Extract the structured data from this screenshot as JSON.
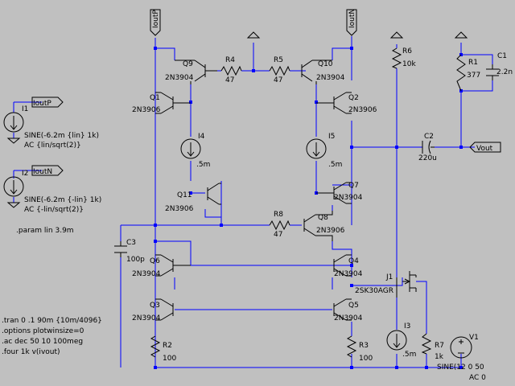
{
  "ports": {
    "ioutp_top": "IoutP",
    "ioutn_top": "IoutN",
    "ioutp_src": "IoutP",
    "ioutn_src": "IoutN",
    "vout": "Vout"
  },
  "components": {
    "q9_name": "Q9",
    "q9_model": "2N3904",
    "q10_name": "Q10",
    "q10_model": "2N3904",
    "q1_name": "Q1",
    "q1_model": "2N3906",
    "q2_name": "Q2",
    "q2_model": "2N3906",
    "q11_name": "Q11",
    "q11_model": "2N3906",
    "q7_name": "Q7",
    "q7_model": "2N3904",
    "q8_name": "Q8",
    "q8_model": "2N3906",
    "q6_name": "Q6",
    "q6_model": "2N3904",
    "q4_name": "Q4",
    "q4_model": "2N3904",
    "q3_name": "Q3",
    "q3_model": "2N3904",
    "q5_name": "Q5",
    "q5_model": "2N3904",
    "r4_name": "R4",
    "r4_value": "47",
    "r5_name": "R5",
    "r5_value": "47",
    "r8_name": "R8",
    "r8_value": "47",
    "r6_name": "R6",
    "r6_value": "10k",
    "r1_name": "R1",
    "r1_value": "377",
    "c1_name": "C1",
    "c1_value": "2.2n",
    "c2_name": "C2",
    "c2_value": "220u",
    "c3_name": "C3",
    "c3_value": "100p",
    "i4_name": "I4",
    "i4_value": ".5m",
    "i5_name": "I5",
    "i5_value": ".5m",
    "i3_name": "I3",
    "i3_value": ".5m",
    "j1_name": "J1",
    "j1_model": "2SK30AGR",
    "r2_name": "R2",
    "r2_value": "100",
    "r3_name": "R3",
    "r3_value": "100",
    "r7_name": "R7",
    "r7_value": "1k",
    "v1_name": "V1",
    "v1_line1": "SINE(12 0 50",
    "v1_line2": "AC 0",
    "i1_name": "I1",
    "i1_line1": "SINE(-6.2m {lin} 1k)",
    "i1_line2": "AC {lin/sqrt(2)}",
    "i2_name": "I2",
    "i2_line1": "SINE(-6.2m {-lin} 1k)",
    "i2_line2": "AC {-lin/sqrt(2)}"
  },
  "directives": [
    ".param lin 3.9m",
    ".tran 0 .1 90m {10m/4096}",
    ".options plotwinsize=0",
    ".ac dec 50 10 100meg",
    ".four 1k v(ivout)"
  ],
  "colors": {
    "background": "#c0c0c0",
    "wire": "#0000ff",
    "component": "#000000"
  }
}
